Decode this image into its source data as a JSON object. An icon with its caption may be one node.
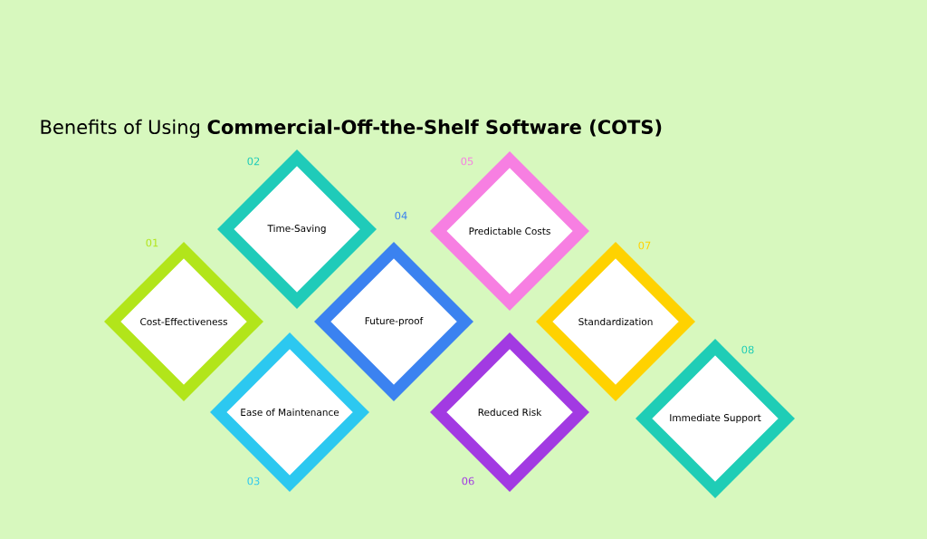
{
  "diagram": {
    "title": "Benefits of Using **Commercial-Off-the-Shelf Software (COTS)**",
    "nodes": [
      {
        "text": [
          "Cost-Effectiveness"
        ],
        "beside": [
          "01"
        ]
      },
      {
        "text": [
          "Time-Saving"
        ],
        "beside": [
          "02"
        ]
      },
      {
        "text": [
          "Ease of Maintenance"
        ],
        "beside": [
          "03"
        ]
      },
      {
        "text": [
          "Future-proof"
        ],
        "beside": [
          "04"
        ]
      },
      {
        "text": [
          "Predictable Costs"
        ],
        "beside": [
          "05"
        ]
      },
      {
        "text": [
          "Reduced Risk"
        ],
        "beside": [
          "06"
        ]
      },
      {
        "text": [
          "Standardization"
        ],
        "beside": [
          "07"
        ]
      },
      {
        "text": [
          "Immediate Support"
        ],
        "beside": [
          "08"
        ]
      }
    ]
  }
}
